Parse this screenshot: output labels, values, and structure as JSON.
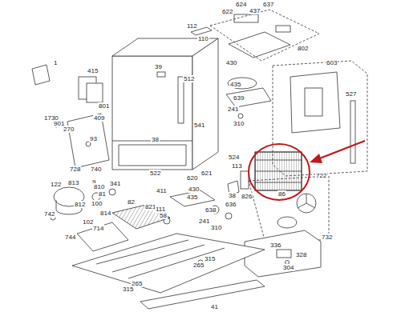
{
  "diagram": {
    "labels": [
      "1",
      "112",
      "622",
      "624",
      "437",
      "637",
      "110",
      "802",
      "430",
      "415",
      "801",
      "39",
      "512",
      "435",
      "603",
      "527",
      "639",
      "241",
      "310",
      "541",
      "1730",
      "901",
      "270",
      "409",
      "93",
      "38",
      "524",
      "113",
      "728",
      "740",
      "522",
      "620",
      "621",
      "9",
      "122",
      "813",
      "810",
      "341",
      "411",
      "430",
      "38",
      "826",
      "722",
      "86",
      "435",
      "81",
      "812",
      "100",
      "814",
      "742",
      "102",
      "714",
      "82",
      "821",
      "111",
      "58",
      "638",
      "636",
      "241",
      "310",
      "744",
      "732",
      "315",
      "265",
      "336",
      "328",
      "304",
      "315",
      "265",
      "41"
    ]
  }
}
